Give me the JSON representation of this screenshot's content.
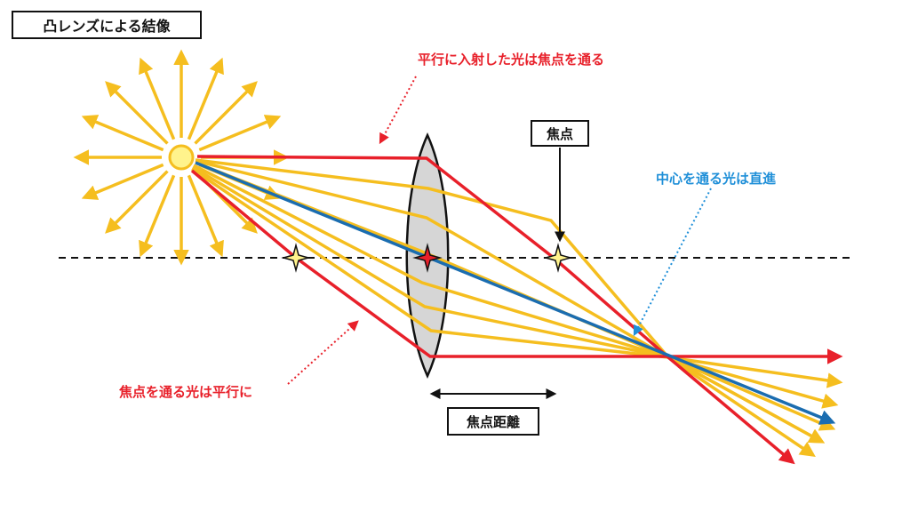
{
  "title": "凸レンズによる結像",
  "labels": {
    "parallel_ray": "平行に入射した光は焦点を通る",
    "focus_box": "焦点",
    "center_ray": "中心を通る光は直進",
    "focus_ray": "焦点を通る光は平行に",
    "focal_length": "焦点距離"
  },
  "colors": {
    "red": "#e8202a",
    "yellow": "#f5be1f",
    "blue": "#1b6db0",
    "label_blue": "#1f8fd8",
    "lens_fill": "#d6d6d6",
    "axis": "#111111"
  },
  "icons": [
    "light-source-icon",
    "focal-point-star-icon",
    "lens-center-star-icon"
  ]
}
